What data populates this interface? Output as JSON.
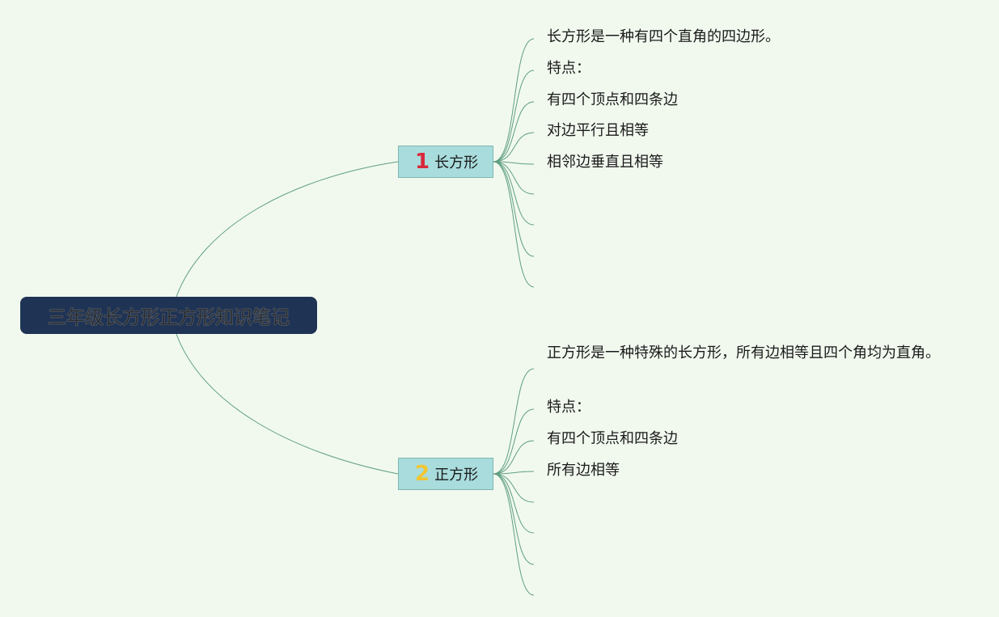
{
  "root": {
    "title": "三年级长方形正方形知识笔记"
  },
  "branches": [
    {
      "number": "1",
      "number_color": "#d9283a",
      "label": "长方形",
      "leaves": [
        "长方形是一种有四个直角的四边形。",
        "特点：",
        "有四个顶点和四条边",
        "对边平行且相等",
        "相邻边垂直且相等",
        "",
        "",
        "",
        ""
      ]
    },
    {
      "number": "2",
      "number_color": "#f2c531",
      "label": "正方形",
      "leaves": [
        "正方形是一种特殊的长方形，所有边相等且四个角均为直角。",
        "特点：",
        "有四个顶点和四条边",
        "所有边相等",
        "",
        "",
        "",
        ""
      ]
    }
  ],
  "colors": {
    "background": "#f1f9ef",
    "root_fill": "#1f3354",
    "branch_fill": "#a9dcdc",
    "connector": "#5f9e7f"
  }
}
